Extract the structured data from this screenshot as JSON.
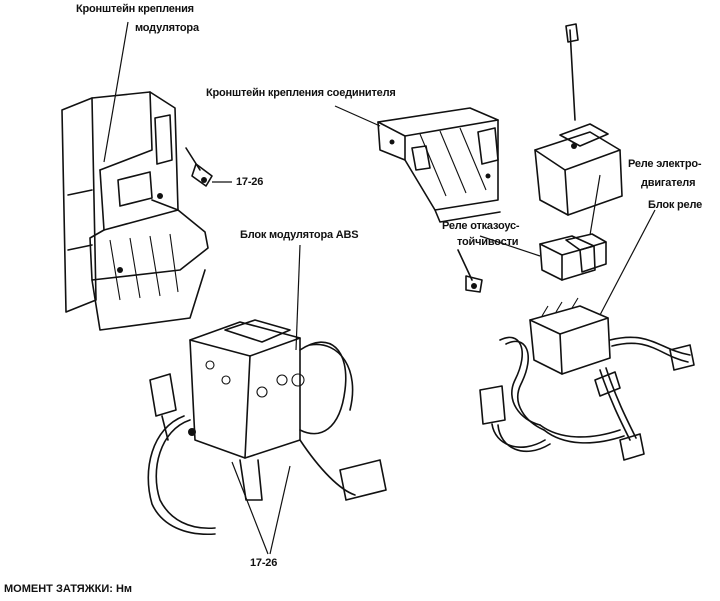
{
  "labels": {
    "modulator_bracket_line1": "Кронштейн крепления",
    "modulator_bracket_line2": "модулятора",
    "connector_bracket": "Кронштейн крепления соединителя",
    "motor_relay_line1": "Реле электро-",
    "motor_relay_line2": "двигателя",
    "relay_block": "Блок реле",
    "failsafe_relay_line1": "Реле отказоус-",
    "failsafe_relay_line2": "тойчивости",
    "abs_modulator": "Блок модулятора ABS",
    "torque_upper": "17-26",
    "torque_lower": "17-26"
  },
  "footer": {
    "torque_note": "МОМЕНТ ЗАТЯЖКИ: Нм"
  }
}
